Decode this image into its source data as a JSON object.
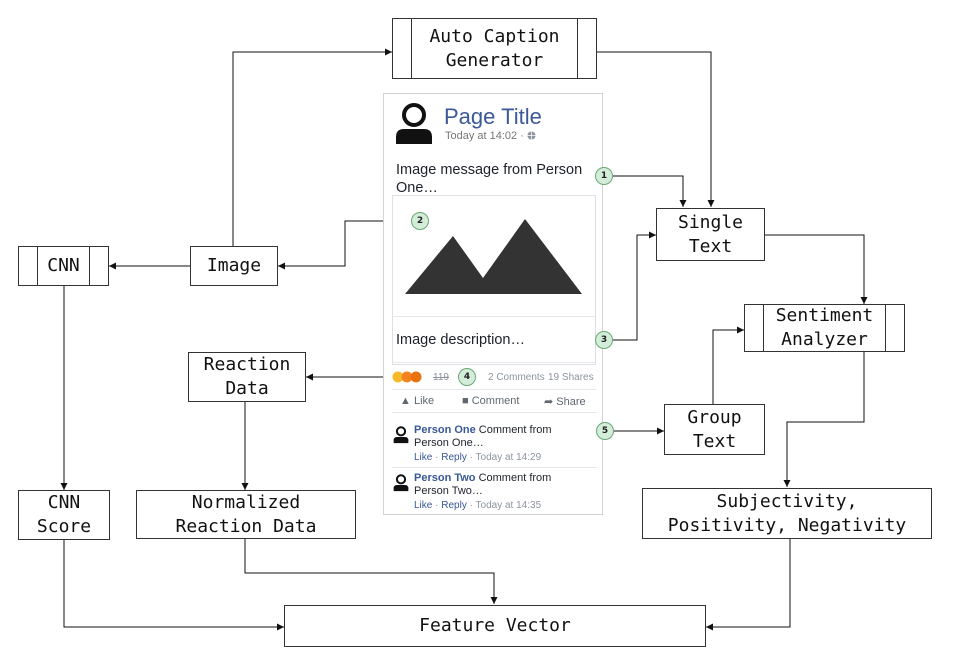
{
  "boxes": {
    "auto_caption": "Auto Caption\nGenerator",
    "single_text": "Single\nText",
    "sentiment_analyzer": "Sentiment\nAnalyzer",
    "group_text": "Group\nText",
    "subjectivity": "Subjectivity,\nPositivity, Negativity",
    "cnn": "CNN",
    "image": "Image",
    "reaction_data": "Reaction\nData",
    "cnn_score": "CNN\nScore",
    "normalized_reaction": "Normalized\nReaction Data",
    "feature_vector": "Feature Vector"
  },
  "post": {
    "page_title": "Page Title",
    "time": "Today at 14:02 · ",
    "message": "Image message from Person One…",
    "image_description": "Image description…",
    "reaction_count": "119",
    "comments_count": "2 Comments",
    "shares_count": "19 Shares",
    "actions": {
      "like": "Like",
      "comment": "Comment",
      "share": "Share"
    },
    "comments": [
      {
        "name": "Person One",
        "text": " Comment from Person One…",
        "like": "Like",
        "reply": "Reply",
        "time": " · Today at 14:29"
      },
      {
        "name": "Person Two",
        "text": " Comment from Person Two…",
        "like": "Like",
        "reply": "Reply",
        "time": " · Today at 14:35"
      }
    ]
  },
  "badges": [
    "1",
    "2",
    "3",
    "4",
    "5"
  ],
  "icons": {
    "avatar": "user-icon",
    "globe": "globe-icon",
    "image_placeholder": "mountain-icon",
    "like": "thumbs-up-icon",
    "comment": "comment-icon",
    "share": "share-arrow-icon",
    "reactions": "reaction-emoji-icons"
  }
}
